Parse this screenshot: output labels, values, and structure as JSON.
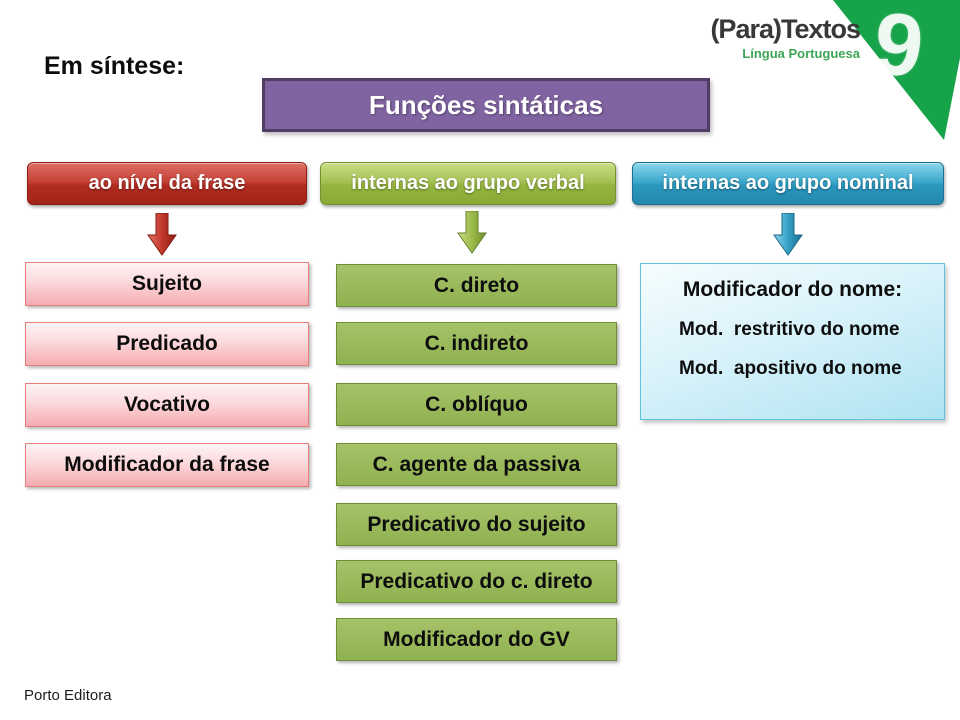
{
  "page": {
    "intro_label": "Em síntese:",
    "footer": "Porto Editora"
  },
  "logo": {
    "title": "(Para)Textos",
    "subtitle": "Língua Portuguesa",
    "grade_number": "9",
    "ribbon_color": "#17a34a"
  },
  "diagram": {
    "title": "Funções sintáticas",
    "title_color": "#8064a2",
    "columns": [
      {
        "id": "nivel-da-frase",
        "header": "ao nível da frase",
        "accent": "#b02b20",
        "items": [
          "Sujeito",
          "Predicado",
          "Vocativo",
          "Modificador da frase"
        ]
      },
      {
        "id": "grupo-verbal",
        "header": "internas ao grupo verbal",
        "accent": "#9aba5c",
        "items": [
          "C. direto",
          "C. indireto",
          "C. oblíquo",
          "C. agente da passiva",
          "Predicativo do sujeito",
          "Predicativo do c. direto",
          "Modificador do GV"
        ]
      },
      {
        "id": "grupo-nominal",
        "header": "internas ao grupo nominal",
        "accent": "#2e9fc4",
        "panel": {
          "title": "Modificador do nome:",
          "items": [
            "Mod.  restritivo do nome",
            "Mod.  apositivo do nome"
          ]
        }
      }
    ]
  }
}
